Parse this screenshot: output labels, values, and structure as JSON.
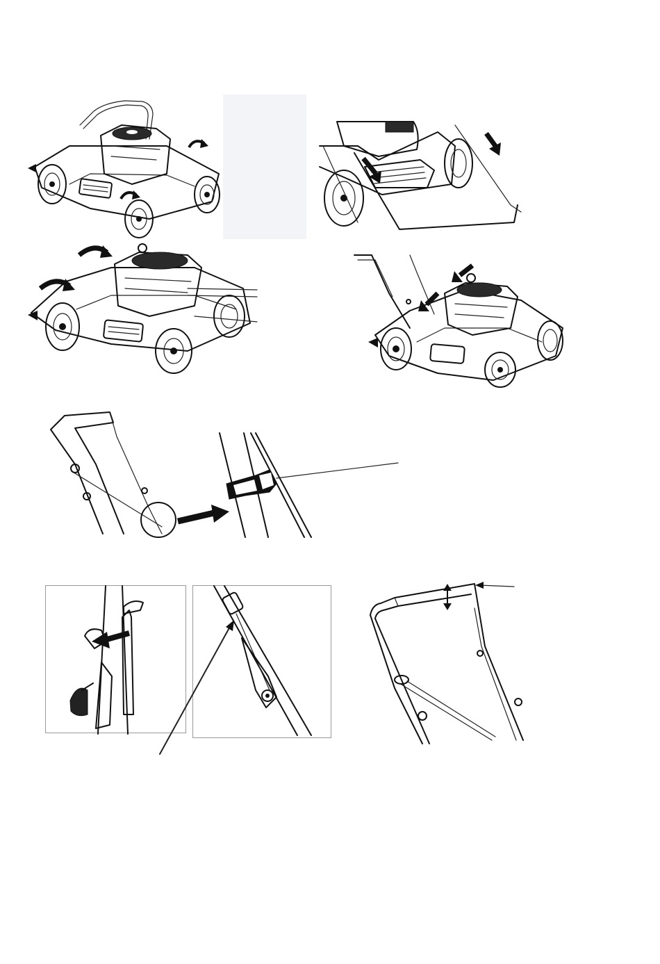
{
  "page": {
    "background": "#ffffff",
    "ink_color": "#111111",
    "panel_shade": "#f3f4f7"
  },
  "figures": [
    {
      "id": "mower-unfold-handle",
      "icons": [
        "mower-icon",
        "rotate-arrow-icon"
      ]
    },
    {
      "id": "blank-shaded-panel",
      "icons": []
    },
    {
      "id": "handle-push-down",
      "icons": [
        "push-arrow-icon"
      ]
    },
    {
      "id": "mower-raise-handle",
      "icons": [
        "mower-icon",
        "rotate-arrow-icon"
      ]
    },
    {
      "id": "mower-secure-knobs",
      "icons": [
        "mower-icon",
        "push-arrow-icon"
      ]
    },
    {
      "id": "cable-clip-attach",
      "icons": [
        "handle-icon",
        "cable-clip-icon",
        "push-arrow-icon",
        "callout-line"
      ]
    },
    {
      "id": "starter-rope-guide",
      "icons": [
        "rope-guide-icon",
        "push-arrow-icon"
      ]
    },
    {
      "id": "rope-hook-detail",
      "icons": [
        "handle-icon",
        "callout-line"
      ]
    },
    {
      "id": "handle-height-adjust",
      "icons": [
        "handle-icon",
        "double-arrow-icon",
        "callout-line"
      ]
    }
  ]
}
